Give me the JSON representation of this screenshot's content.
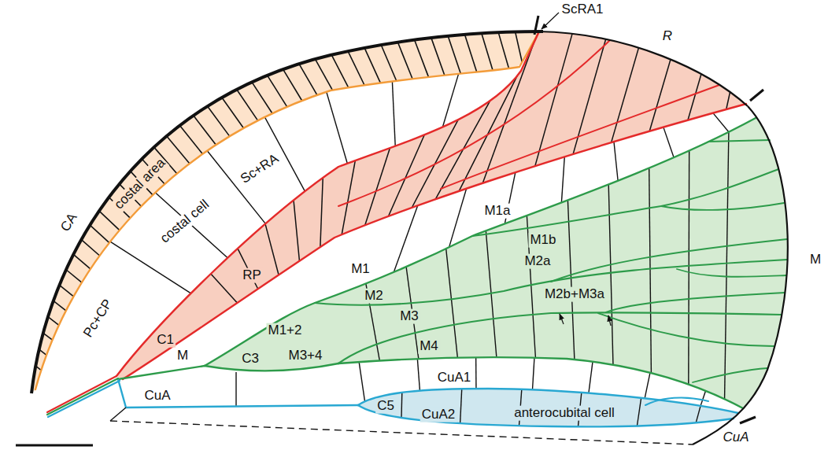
{
  "diagram": {
    "labels": [
      "ScRA1",
      "R",
      "CA",
      "costal area",
      "costal cell",
      "Sc+RA",
      "Pc+CP",
      "C1",
      "RP",
      "M1a",
      "M1b",
      "M1",
      "M2a",
      "M",
      "M2b+M3a",
      "M2",
      "M1+2",
      "M3",
      "M",
      "C3",
      "M3+4",
      "M4",
      "CuA1",
      "CuA",
      "C5",
      "CuA2",
      "anterocubital cell",
      "CuA"
    ]
  }
}
